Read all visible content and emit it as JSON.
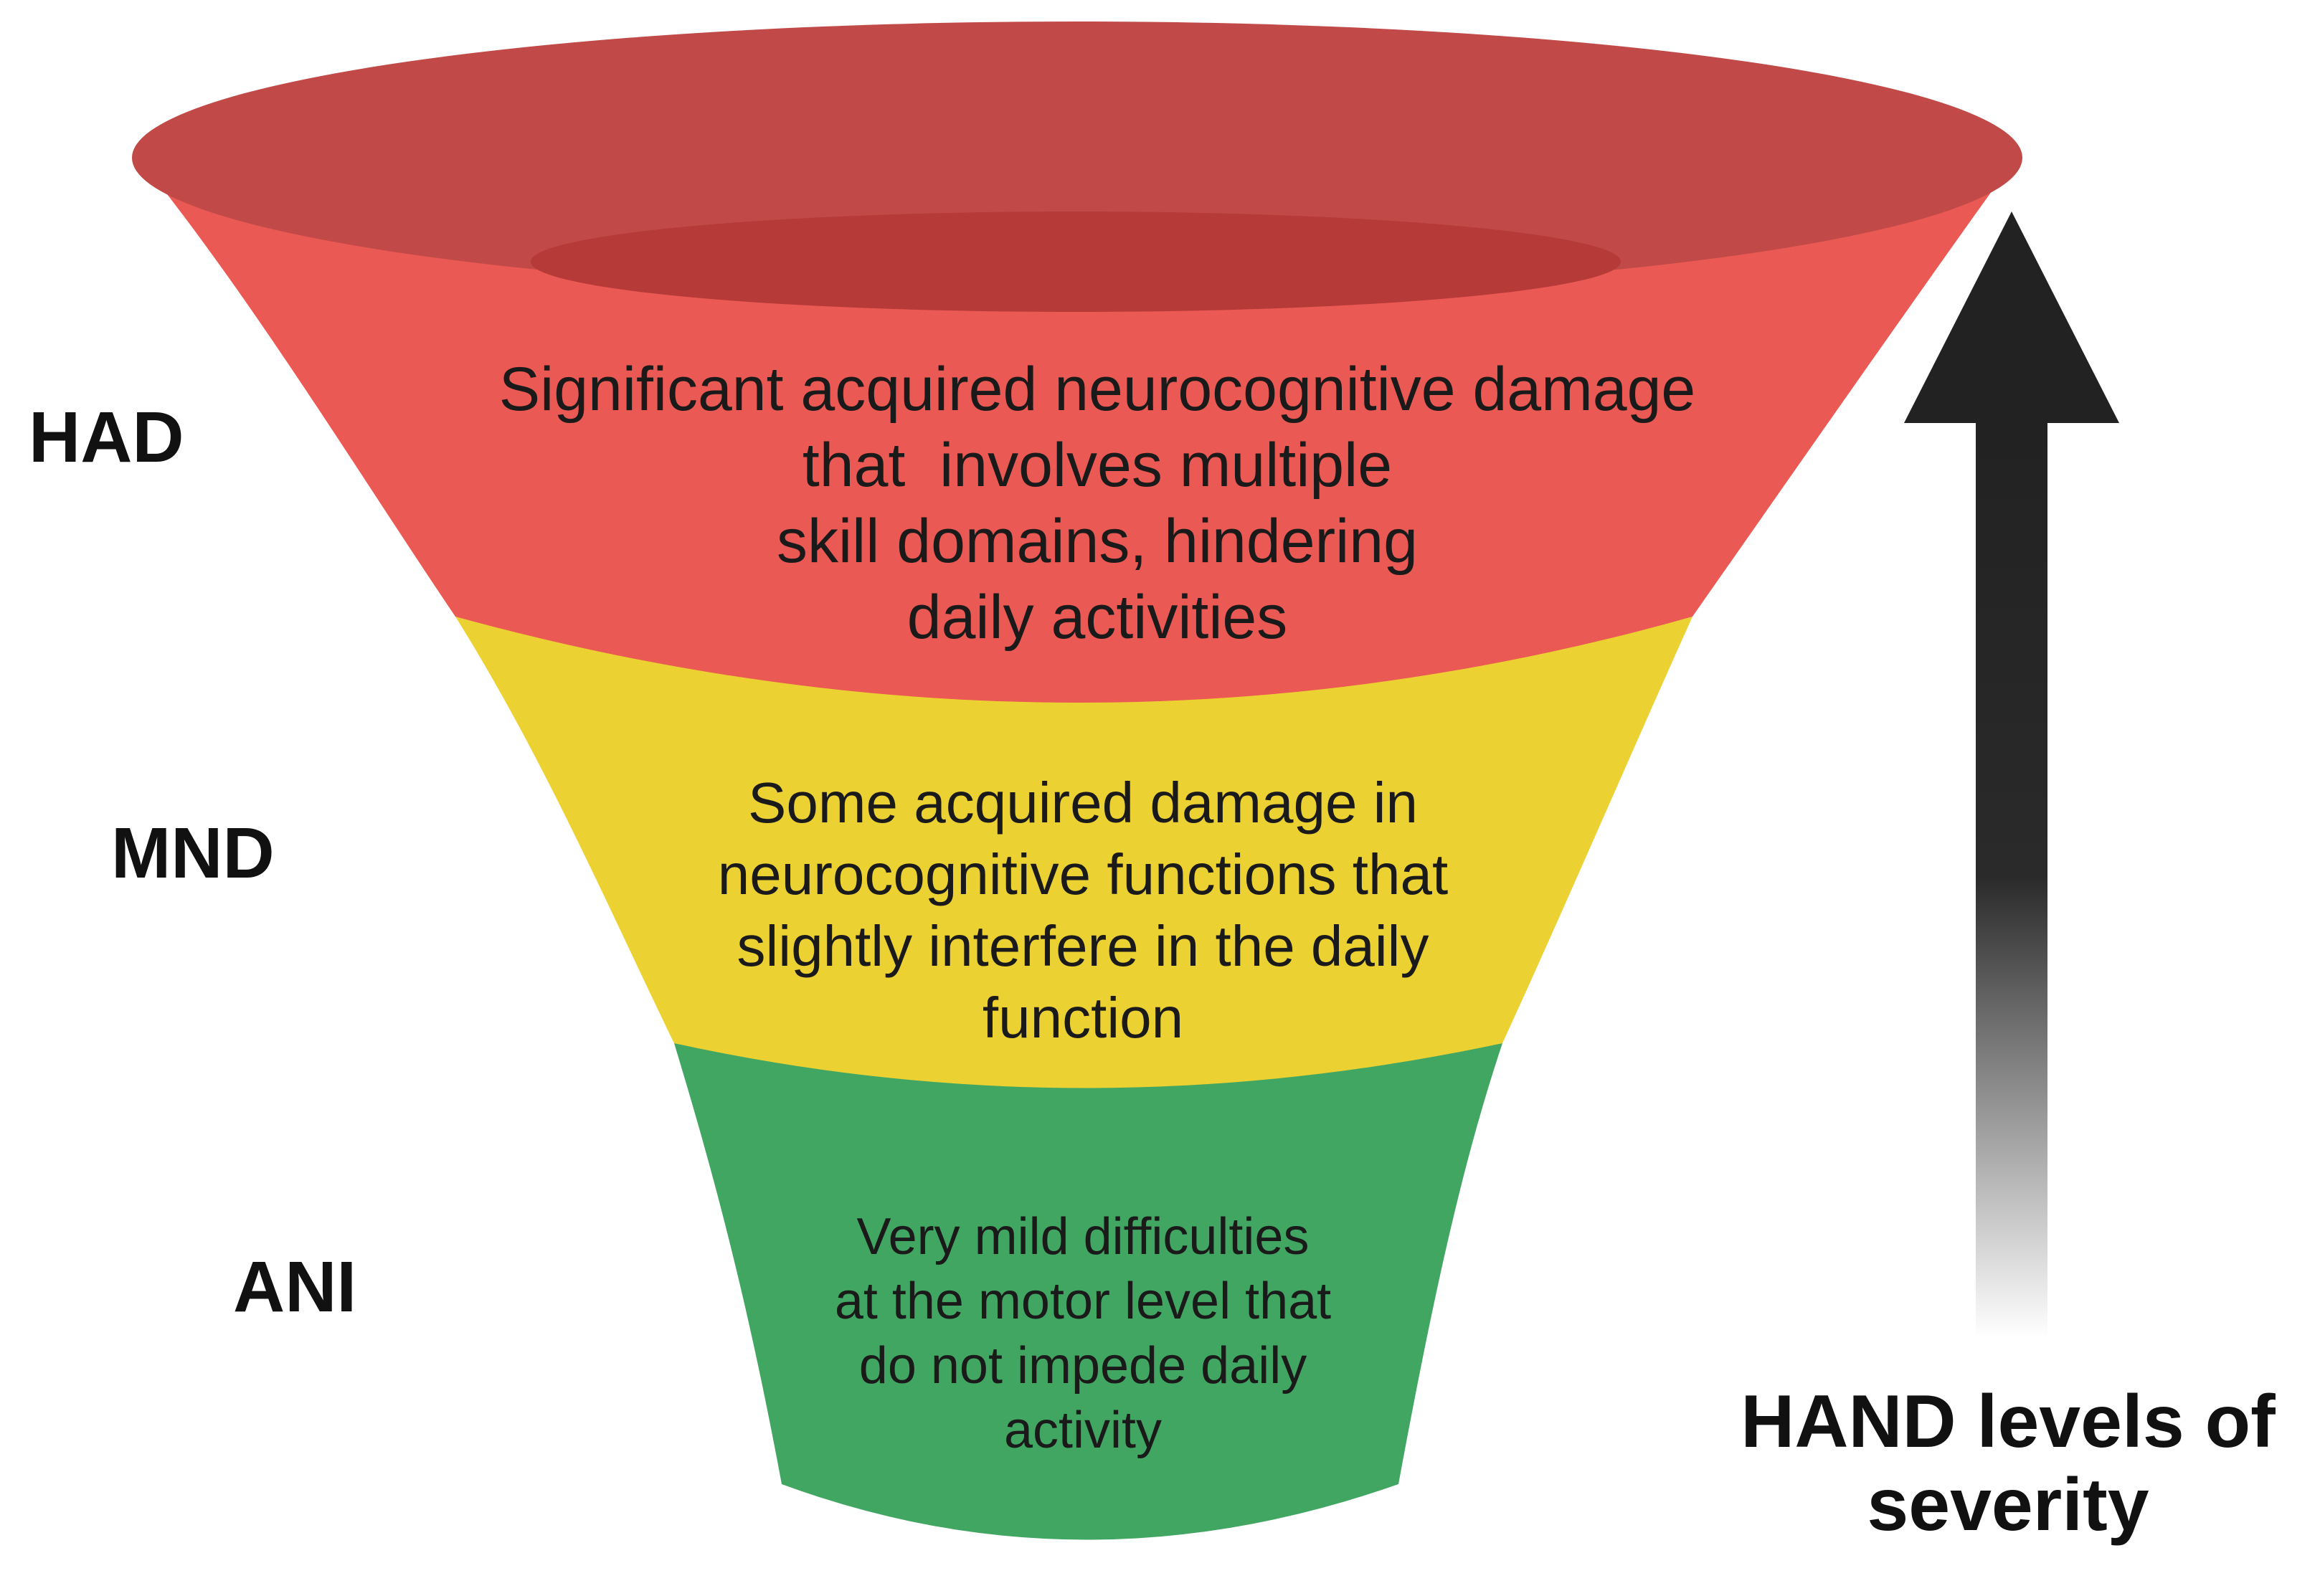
{
  "colors": {
    "rim_top": "#c14a48",
    "rim_inner": "#b53a38",
    "had_band": "#ea5953",
    "mnd_band": "#ecd133",
    "ani_band": "#42a663",
    "arrow": "#222222",
    "text": "#1a1a1a"
  },
  "levels": [
    {
      "code": "HAD",
      "description_lines": [
        "Significant acquired neurocognitive damage",
        "that  involves multiple",
        "skill domains, hindering",
        "daily activities"
      ]
    },
    {
      "code": "MND",
      "description_lines": [
        "Some acquired damage in",
        "neurocognitive functions that",
        "slightly interfere in the daily",
        "function"
      ]
    },
    {
      "code": "ANI",
      "description_lines": [
        "Very mild difficulties",
        "at the motor level that",
        "do not impede daily",
        "activity"
      ]
    }
  ],
  "axis": {
    "title_lines": [
      "HAND levels of",
      "severity"
    ],
    "direction": "up",
    "icon": "arrow-up-icon"
  }
}
